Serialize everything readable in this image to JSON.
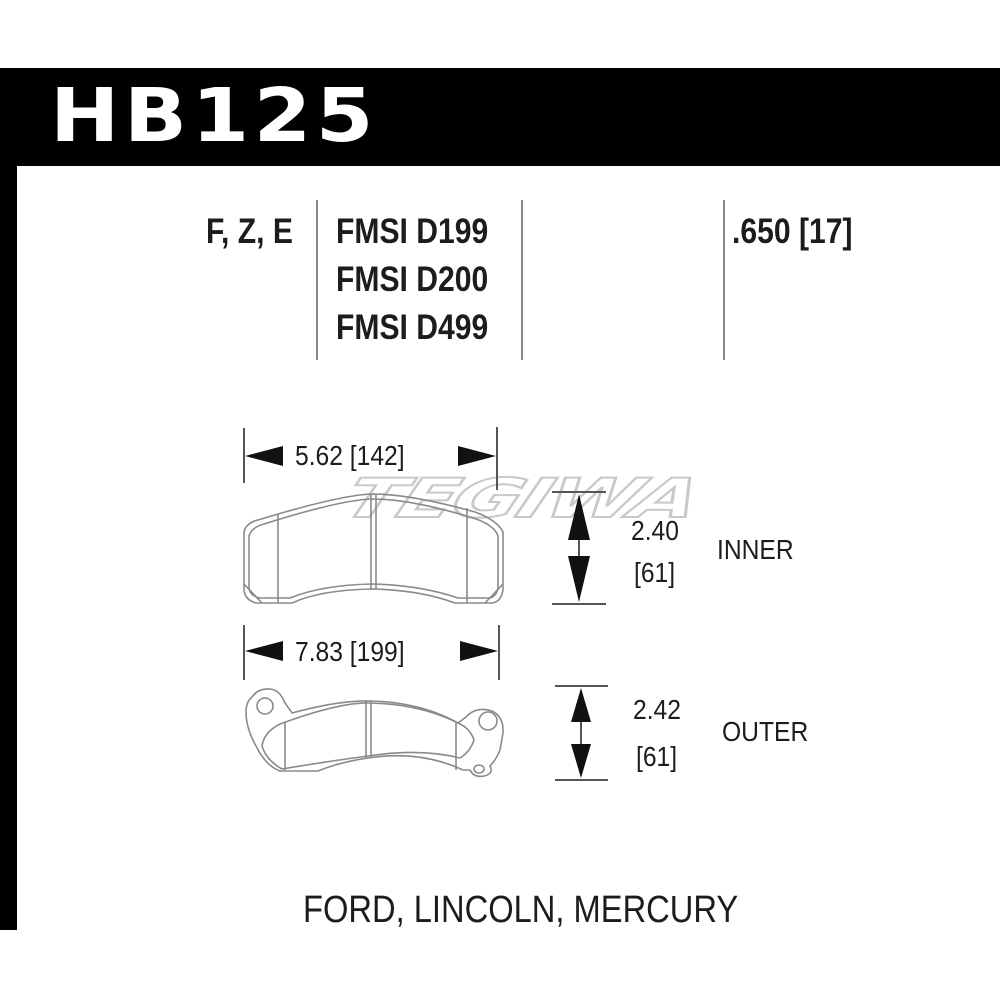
{
  "header": {
    "part_number": "HB125",
    "bar_color": "#000000",
    "text_color": "#ffffff"
  },
  "specs": {
    "position_codes": "F, Z, E",
    "fmsi": [
      "FMSI D199",
      "FMSI D200",
      "FMSI D499"
    ],
    "thickness": ".650 [17]"
  },
  "inner_pad": {
    "label": "INNER",
    "width": "5.62 [142]",
    "height_in": "2.40",
    "height_mm": "[61]"
  },
  "outer_pad": {
    "label": "OUTER",
    "width": "7.83 [199]",
    "height_in": "2.42",
    "height_mm": "[61]"
  },
  "footer": {
    "makes": "FORD, LINCOLN, MERCURY"
  },
  "watermark": {
    "text": "TEGIWA",
    "color": "#c4c4c4"
  },
  "colors": {
    "line": "#888888",
    "text": "#1c1c1c",
    "arrow": "#111111",
    "pad_outline": "#8a8a8a"
  }
}
